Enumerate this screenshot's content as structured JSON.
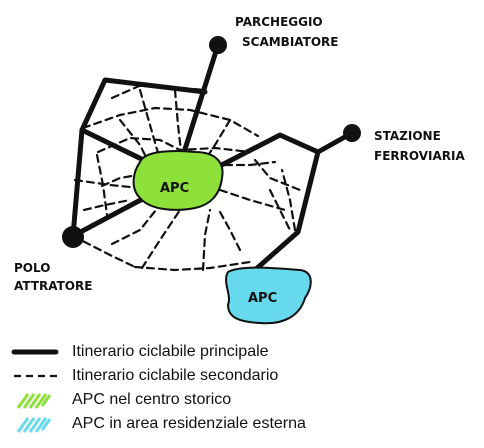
{
  "labels": {
    "parking": [
      "PARCHEGGIO",
      "SCAMBIATORE"
    ],
    "station": [
      "STAZIONE",
      "FERROVIARIA"
    ],
    "pole": [
      "POLO",
      "ATTRATORE"
    ],
    "apc_center": "APC",
    "apc_residential": "APC"
  },
  "legend": [
    {
      "symbol": "solid-line",
      "text": "Itinerario ciclabile principale"
    },
    {
      "symbol": "dashed-line",
      "text": "Itinerario ciclabile secondario"
    },
    {
      "symbol": "green-hatch",
      "text": "APC nel centro storico"
    },
    {
      "symbol": "cyan-hatch",
      "text": "APC in area residenziale esterna"
    }
  ],
  "colors": {
    "green": "#8ee03a",
    "cyan": "#67d9ec",
    "ink": "#111111"
  }
}
